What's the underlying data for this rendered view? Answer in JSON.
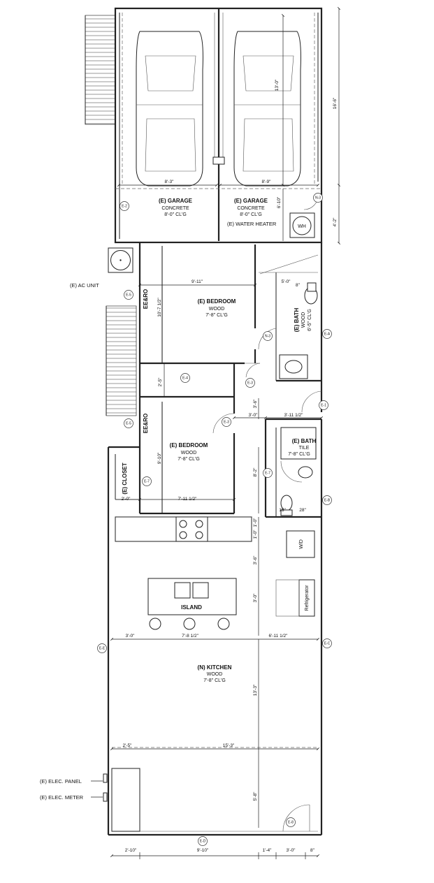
{
  "rooms": {
    "garage_left": {
      "name": "(E) GARAGE",
      "floor": "CONCRETE",
      "ceiling": "8'-0\" CL'G"
    },
    "garage_right": {
      "name": "(E) GARAGE",
      "floor": "CONCRETE",
      "ceiling": "8'-0\" CL'G"
    },
    "bedroom_upper": {
      "name": "(E) BEDROOM",
      "floor": "WOOD",
      "ceiling": "7'-8\" CL'G"
    },
    "bath_upper": {
      "name": "(E) BATH",
      "floor": "WOOD",
      "ceiling": "6'-5\" CL'G"
    },
    "bedroom_lower": {
      "name": "(E) BEDROOM",
      "floor": "WOOD",
      "ceiling": "7'-8\" CL'G"
    },
    "bath_lower": {
      "name": "(E) BATH",
      "floor": "TILE",
      "ceiling": "7'-8\" CL'G"
    },
    "closet": {
      "name": "(E) CLOSET"
    },
    "kitchen": {
      "name": "(N) KITCHEN",
      "floor": "WOOD",
      "ceiling": "7'-8\" CL'G"
    }
  },
  "labels": {
    "water_heater": "(E) WATER HEATER",
    "wh": "WH",
    "ac_unit": "(E) AC UNIT",
    "elec_panel": "(E) ELEC. PANEL",
    "elec_meter": "(E) ELEC. METER",
    "eeo_upper": "EE&RO",
    "eeo_lower": "EE&RO",
    "island": "ISLAND",
    "wd": "W/D",
    "refrigerator": "Refrigerator"
  },
  "dimensions": {
    "garage_depth": "13'-0\"",
    "overall_depth": "16'-6\"",
    "garage_width_left": "8'-3\"",
    "garage_width_right": "8'-9\"",
    "garage_rear": "6'-10\"",
    "garage_rear_right": "4'-2\"",
    "bedroom_width": "9'-11\"",
    "bedroom_depth": "10'-7 1/2\"",
    "bath_width": "5'-0\"",
    "bath_wc": "8\"",
    "hall_depth": "2'-5\"",
    "stair_gap": "3'-6\"",
    "hall_width": "3'-0\"",
    "bath_lower_width": "3'-11 1/2\"",
    "bedroom_lower_depth": "9'-10\"",
    "bath_lower_depth": "8'-2\"",
    "closet_width": "2'-0\"",
    "bedroom_lower_width": "7'-11 1/2\"",
    "wc_left": "15\"",
    "wc_right": "28\"",
    "counter_a": "1'-0\"",
    "counter_b": "1'-0\"",
    "kitchen_a": "3'-6\"",
    "kitchen_b": "3'-0\"",
    "row_left": "3'-0\"",
    "row_mid": "7'-8 1/2\"",
    "row_right": "6'-11 1/2\"",
    "kitchen_depth": "13'-3\"",
    "lower_left": "2'-5\"",
    "lower_mid": "15'-3\"",
    "kitchen_tail": "5'-8\"",
    "bottom_a": "2'-10\"",
    "bottom_b": "9'-10\"",
    "bottom_c": "1'-4\"",
    "bottom_d": "3'-0\"",
    "bottom_e": "8\""
  },
  "tags": {
    "e2": "E-2",
    "n3_top": "N-3",
    "e5_upper": "E-5",
    "e_a": "E-A",
    "n3_door": "N-3",
    "e4": "E-4",
    "e3_a": "E-3",
    "e1": "E-1",
    "e3_b": "E-3",
    "e5_lower": "E-5",
    "e7_closet": "E-7",
    "e7_bath": "E-7",
    "e_b": "E-B",
    "e_e": "E-E",
    "e_c": "E-C",
    "e8": "E-8",
    "e_d": "E-D"
  }
}
